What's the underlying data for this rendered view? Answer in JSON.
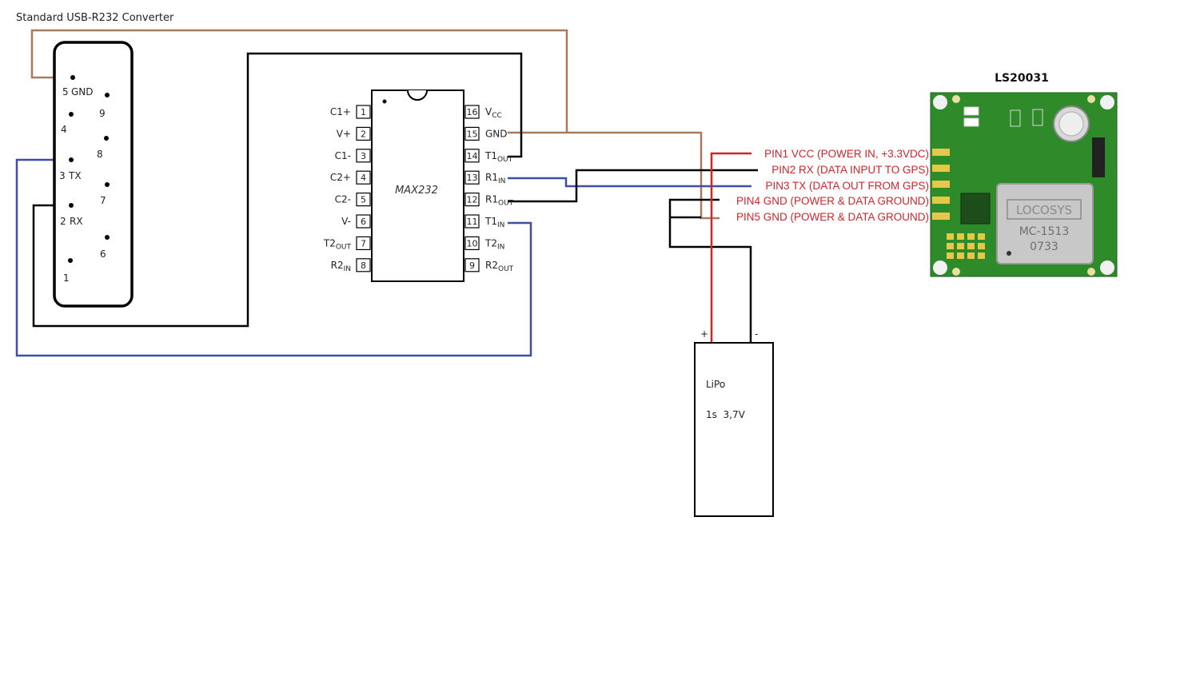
{
  "title": "Standard USB-R232 Converter",
  "colors": {
    "brown_wire": "#a87a5e",
    "blue_wire": "#3f4ea6",
    "red_wire": "#d0262a",
    "black_wire": "#000000",
    "pcb_green": "#2f8a2a",
    "shield_grey": "#c8c8c8"
  },
  "db9": {
    "pins": [
      {
        "num": "5",
        "label": "GND"
      },
      {
        "num": "9",
        "label": ""
      },
      {
        "num": "4",
        "label": ""
      },
      {
        "num": "8",
        "label": ""
      },
      {
        "num": "3",
        "label": "TX"
      },
      {
        "num": "7",
        "label": ""
      },
      {
        "num": "2",
        "label": "RX"
      },
      {
        "num": "6",
        "label": ""
      },
      {
        "num": "1",
        "label": ""
      }
    ]
  },
  "max232": {
    "name": "MAX232",
    "left_pins": [
      {
        "num": "1",
        "label": "C1+",
        "sub": ""
      },
      {
        "num": "2",
        "label": "V+",
        "sub": ""
      },
      {
        "num": "3",
        "label": "C1-",
        "sub": ""
      },
      {
        "num": "4",
        "label": "C2+",
        "sub": ""
      },
      {
        "num": "5",
        "label": "C2-",
        "sub": ""
      },
      {
        "num": "6",
        "label": "V-",
        "sub": ""
      },
      {
        "num": "7",
        "label": "T2",
        "sub": "OUT"
      },
      {
        "num": "8",
        "label": "R2",
        "sub": "IN"
      }
    ],
    "right_pins": [
      {
        "num": "16",
        "label": "V",
        "sub": "CC"
      },
      {
        "num": "15",
        "label": "GND",
        "sub": ""
      },
      {
        "num": "14",
        "label": "T1",
        "sub": "OUT"
      },
      {
        "num": "13",
        "label": "R1",
        "sub": "IN"
      },
      {
        "num": "12",
        "label": "R1",
        "sub": "OUT"
      },
      {
        "num": "11",
        "label": "T1",
        "sub": "IN"
      },
      {
        "num": "10",
        "label": "T2",
        "sub": "IN"
      },
      {
        "num": "9",
        "label": "R2",
        "sub": "OUT"
      }
    ]
  },
  "gps": {
    "title": "LS20031",
    "pins": [
      "PIN1 VCC (POWER IN, +3.3VDC)",
      "PIN2 RX (DATA INPUT TO GPS)",
      "PIN3 TX (DATA OUT FROM GPS)",
      "PIN4 GND (POWER & DATA GROUND)",
      "PIN5 GND (POWER & DATA GROUND)"
    ],
    "module_brand": "LOCOSYS",
    "module_model": "MC-1513",
    "module_code": "0733"
  },
  "battery": {
    "plus": "+",
    "minus": "-",
    "name": "LiPo",
    "spec": "1s  3,7V"
  }
}
